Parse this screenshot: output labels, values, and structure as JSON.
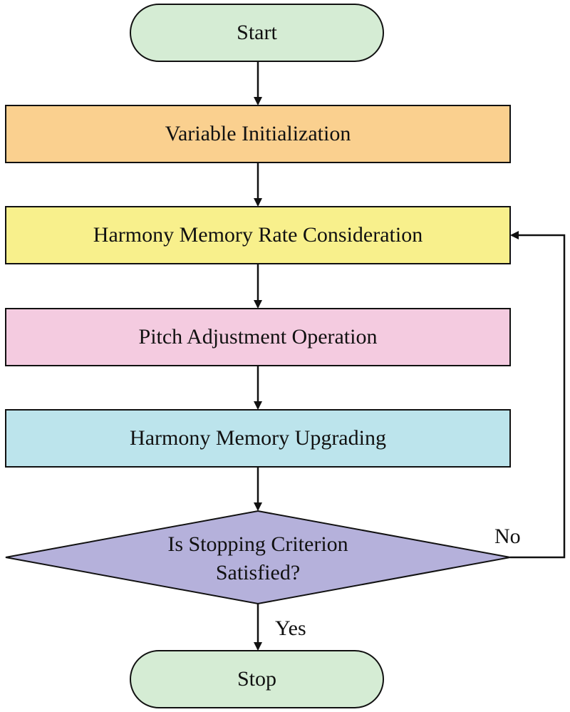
{
  "nodes": {
    "start": {
      "label": "Start",
      "fill": "#d5ecd4"
    },
    "init": {
      "label": "Variable Initialization",
      "fill": "#fad08f"
    },
    "hmcr": {
      "label": "Harmony Memory Rate Consideration",
      "fill": "#f8f08c"
    },
    "pitch": {
      "label": "Pitch Adjustment Operation",
      "fill": "#f4cbe0"
    },
    "upgrade": {
      "label": "Harmony Memory Upgrading",
      "fill": "#bce4ec"
    },
    "decision": {
      "label": "Is Stopping Criterion Satisfied?",
      "fill": "#b5b1db"
    },
    "stop": {
      "label": "Stop",
      "fill": "#d5ecd4"
    }
  },
  "edges": {
    "no_label": "No",
    "yes_label": "Yes"
  },
  "colors": {
    "stroke": "#111111"
  }
}
